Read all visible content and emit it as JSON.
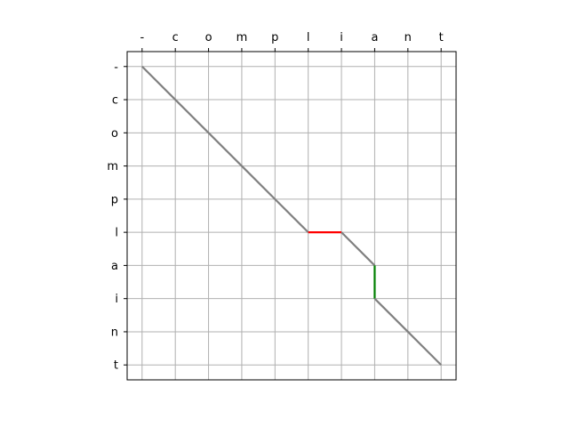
{
  "chart_data": {
    "type": "line",
    "title": "",
    "xlabel": "",
    "ylabel": "",
    "x_tick_position": "top",
    "x_ticks": [
      "-",
      "c",
      "o",
      "m",
      "p",
      "l",
      "i",
      "a",
      "n",
      "t"
    ],
    "y_ticks": [
      "-",
      "c",
      "o",
      "m",
      "p",
      "l",
      "a",
      "i",
      "n",
      "t"
    ],
    "xlim": [
      -0.45,
      9.45
    ],
    "ylim": [
      9.45,
      -0.45
    ],
    "y_inverted": true,
    "grid": true,
    "legend": "none",
    "series": [
      {
        "kind": "match",
        "color": "#808080",
        "points": [
          [
            0,
            0
          ],
          [
            1,
            1
          ],
          [
            2,
            2
          ],
          [
            3,
            3
          ],
          [
            4,
            4
          ],
          [
            5,
            5
          ]
        ]
      },
      {
        "kind": "horizontal",
        "color": "#ff0000",
        "points": [
          [
            5,
            5
          ],
          [
            6,
            5
          ]
        ]
      },
      {
        "kind": "match",
        "color": "#808080",
        "points": [
          [
            6,
            5
          ],
          [
            7,
            6
          ]
        ]
      },
      {
        "kind": "vertical",
        "color": "#008000",
        "points": [
          [
            7,
            6
          ],
          [
            7,
            7
          ]
        ]
      },
      {
        "kind": "match",
        "color": "#808080",
        "points": [
          [
            7,
            7
          ],
          [
            8,
            8
          ],
          [
            9,
            9
          ]
        ]
      }
    ]
  }
}
